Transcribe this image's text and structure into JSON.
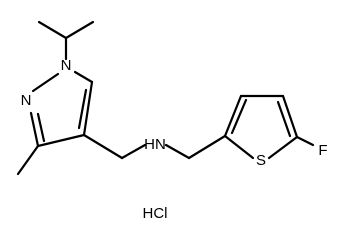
{
  "molecule": {
    "atoms": {
      "pyrazole_n1": "N",
      "pyrazole_n2": "N",
      "amine_nh": "HN",
      "thiophene_s": "S",
      "fluorine": "F"
    },
    "salt": "HCl"
  }
}
